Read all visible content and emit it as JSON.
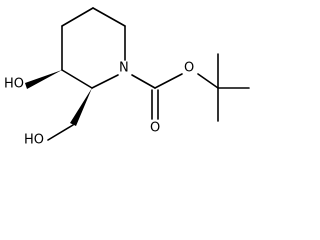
{
  "molecule": {
    "atoms": {
      "ring_n": "N",
      "hydroxyl_ring": "HO",
      "hydroxyl_methyl": "HO",
      "carbonyl_o": "O",
      "ester_o": "O"
    }
  },
  "colors": {
    "bond": "#000000",
    "background": "#ffffff"
  }
}
